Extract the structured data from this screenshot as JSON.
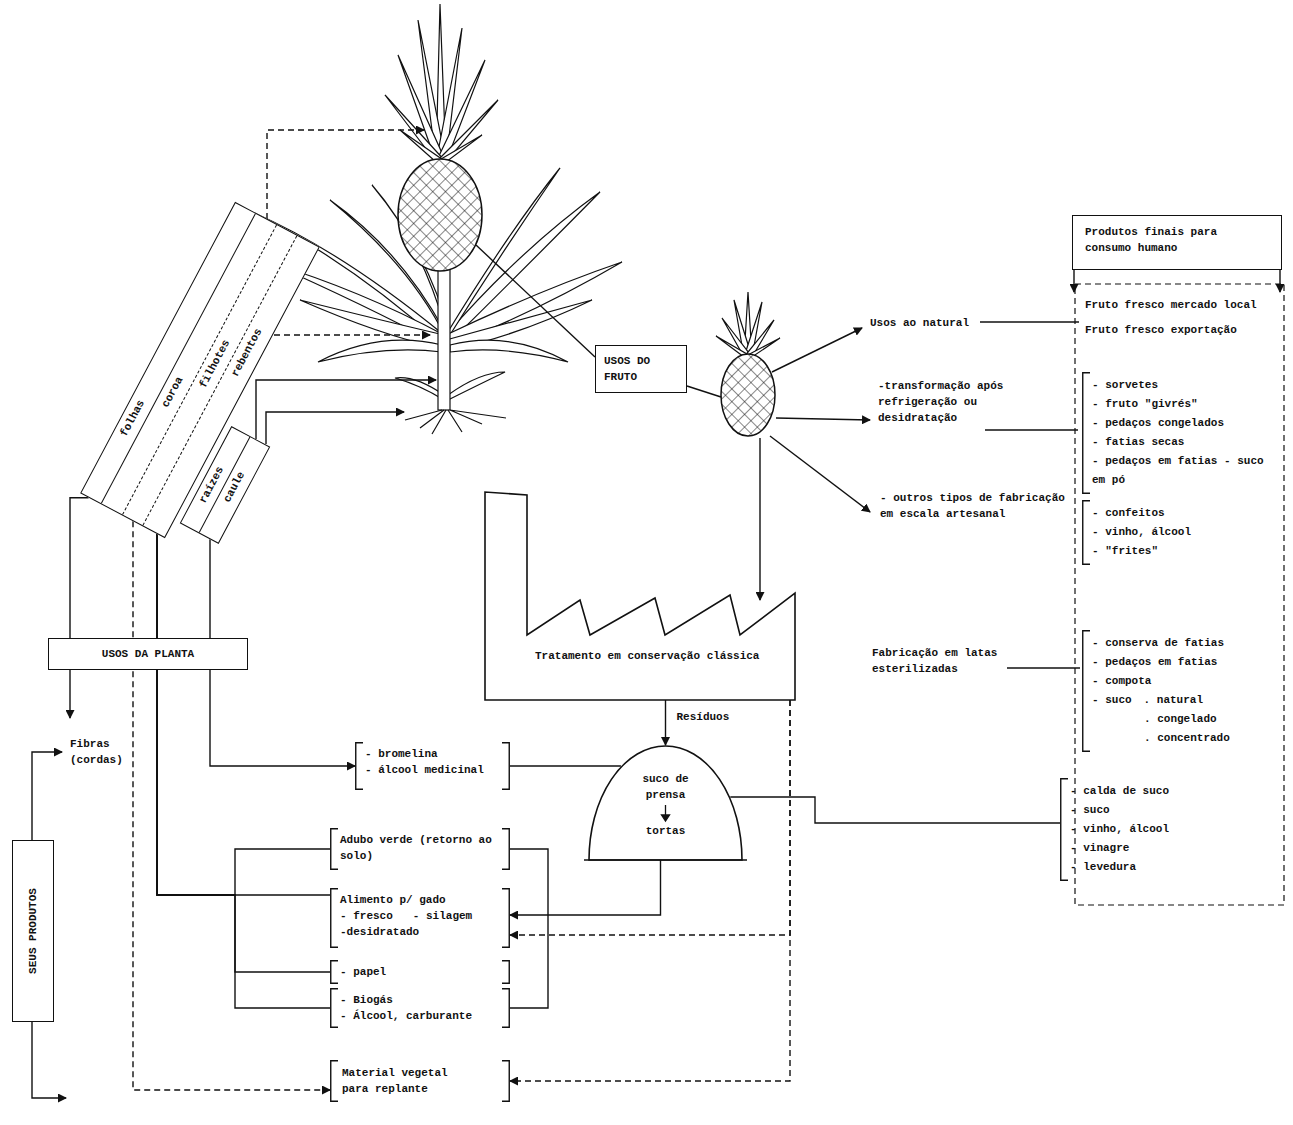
{
  "diagram": {
    "nodes": [
      {
        "text": [
          "Produtos finais para consumo humano"
        ]
      },
      {
        "text": [
          "USOS DO FRUTO"
        ]
      },
      {
        "text": [
          "USOS DA PLANTA"
        ]
      },
      {
        "text": [
          "SEUS PRODUTOS"
        ]
      },
      {
        "text": [
          "folhas",
          "coroa",
          "filhotes",
          "rebentos"
        ]
      },
      {
        "text": [
          "raízes",
          "caule"
        ]
      },
      {
        "text": [
          "Tratamento em conservação clássica"
        ]
      },
      {
        "text": [
          "suco de prensa",
          "tortas"
        ]
      },
      {
        "text": [
          "- bromelina",
          "- álcool medicinal"
        ]
      },
      {
        "text": [
          "Adubo verde (retorno ao solo)"
        ]
      },
      {
        "text": [
          "Alimento p/ gado",
          "- fresco",
          "- silagem",
          "-desidratado"
        ]
      },
      {
        "text": [
          "- papel"
        ]
      },
      {
        "text": [
          "- Biogás",
          "- Álcool, carburante"
        ]
      },
      {
        "text": [
          "Material vegetal para replante"
        ]
      },
      {
        "text": [
          "- sorvetes",
          "- fruto \"givrés\"",
          "- pedaços congelados",
          "- fatias secas",
          "- pedaços em fatias - suco em pó"
        ]
      },
      {
        "text": [
          "- confeitos",
          "- vinho, álcool",
          "- \"frites\""
        ]
      },
      {
        "text": [
          "- conserva de fatias",
          "- pedaços em fatias",
          "- compota",
          "- suco",
          ". natural",
          ". congelado",
          ". concentrado"
        ]
      },
      {
        "text": [
          "- calda de suco",
          "- suco",
          "- vinho, álcool",
          "- vinagre",
          "- levedura"
        ]
      }
    ],
    "edges": [
      {
        "from": 6,
        "to": 7,
        "arrow": "to",
        "label": "Resíduos"
      },
      {
        "from": 7,
        "to": 8,
        "arrow": "none"
      },
      {
        "from": 7,
        "to": 10,
        "arrow": "to"
      },
      {
        "from": 7,
        "to": 17,
        "arrow": "none"
      },
      {
        "from": 6,
        "to": 10,
        "arrow": "to"
      },
      {
        "from": 6,
        "to": 13,
        "arrow": "to"
      },
      {
        "from": 4,
        "to": 13,
        "arrow": "to"
      },
      {
        "from": 5,
        "to": 8,
        "arrow": "to"
      },
      {
        "from": 4,
        "to": 9,
        "arrow": "none"
      },
      {
        "from": 4,
        "to": 10,
        "arrow": "none"
      },
      {
        "from": 4,
        "to": 11,
        "arrow": "none"
      },
      {
        "from": 4,
        "to": 12,
        "arrow": "none"
      },
      {
        "from": 4,
        "to": 2,
        "arrow": "none"
      }
    ],
    "labels": [
      "Usos ao natural",
      "-transformação após refrigeração ou desidratação",
      "- outros tipos de fabricação em escala artesanal",
      "Fabricação em latas esterilizadas",
      "Fruto fresco mercado local",
      "Fruto fresco exportação",
      "Fibras (cordas)"
    ]
  }
}
